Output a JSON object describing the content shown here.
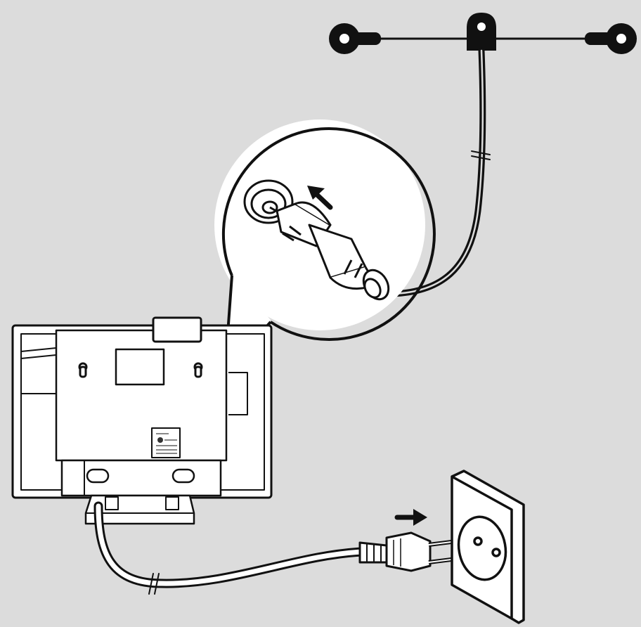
{
  "diagram": {
    "background_color": "#dcdcdc",
    "line_color": "#111111",
    "fill_color": "#ffffff",
    "rating_label": {
      "line1": "",
      "line2": "",
      "line3": ""
    },
    "components": {
      "antenna": "fm-t-antenna",
      "connector": "coax-connector",
      "device": "clock-radio-back",
      "plug": "mains-plug",
      "socket": "wall-socket"
    },
    "arrows": {
      "connector_arrow": "arrow-up-left-icon",
      "plug_arrow": "arrow-right-icon"
    }
  }
}
